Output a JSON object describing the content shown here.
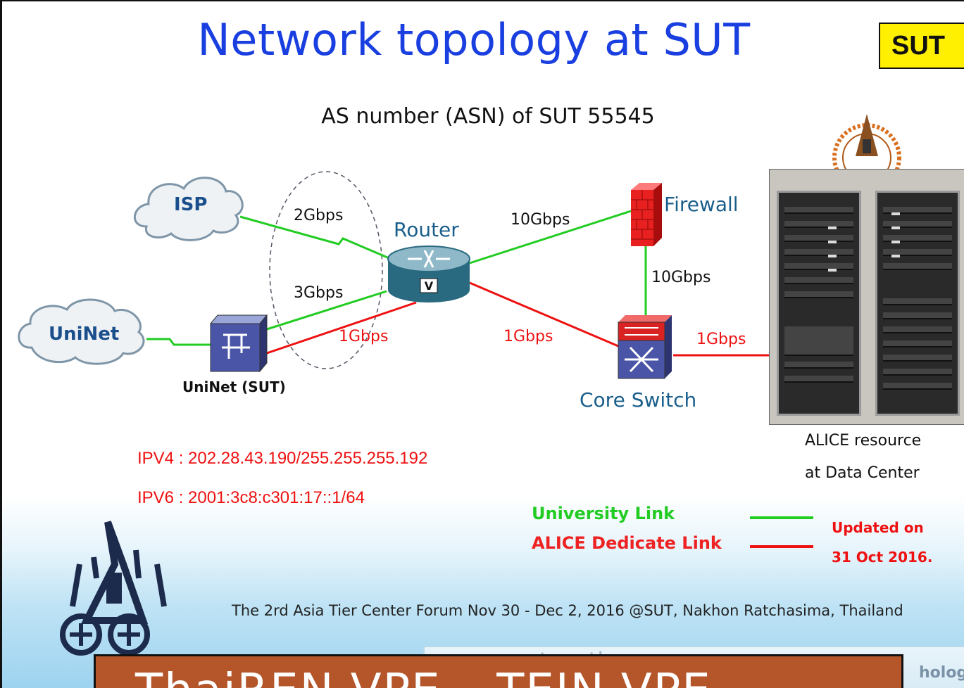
{
  "title": "Network topology at SUT",
  "badge": "SUT",
  "asn_text": "AS number (ASN) of SUT  55545",
  "nodes": {
    "isp": "ISP",
    "uninet": "UniNet",
    "uninet_sut": "UniNet (SUT)",
    "router": "Router",
    "firewall": "Firewall",
    "core_switch": "Core Switch"
  },
  "links": {
    "isp_router": "2Gbps",
    "uninet_router_green": "3Gbps",
    "uninet_router_red": "1Gbps",
    "router_firewall": "10Gbps",
    "firewall_core": "10Gbps",
    "router_core": "1Gbps",
    "core_alice": "1Gbps"
  },
  "photo": {
    "caption_line1": "ALICE resource",
    "caption_line2": "at Data Center"
  },
  "ip": {
    "ipv4": "IPV4 : 202.28.43.190/255.255.255.192",
    "ipv6": "IPV6 : 2001:3c8:c301:17::1/64"
  },
  "legend": {
    "university": "University Link",
    "alice": "ALICE Dedicate Link",
    "updated_line1": "Updated on",
    "updated_line2": "31 Oct 2016."
  },
  "colors": {
    "green_link": "#22cc22",
    "red_link": "#ee1111",
    "title_blue": "#1a3fe0"
  },
  "footer": "The 2rd Asia Tier Center Forum Nov 30 - Dec 2, 2016 @SUT, Nakhon Ratchasima, Thailand",
  "web_url": "www.sut.ac.th",
  "web_tail": "hology",
  "bottom_banner": "ThaiREN VPE – TEIN VPE"
}
